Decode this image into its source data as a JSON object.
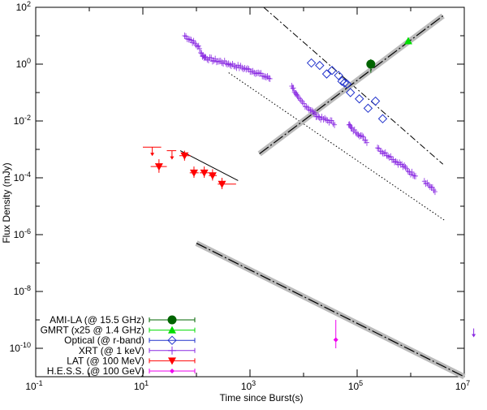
{
  "chart_data": {
    "type": "scatter",
    "xlabel": "Time since Burst(s)",
    "ylabel": "Flux Density (mJy)",
    "x_scale": "log",
    "y_scale": "log",
    "xlim": [
      0.1,
      10000000
    ],
    "ylim": [
      1e-11,
      100
    ],
    "x_ticks": [
      {
        "value": 0.1,
        "base": "10",
        "exp": "-1"
      },
      {
        "value": 10,
        "base": "10",
        "exp": "1"
      },
      {
        "value": 1000,
        "base": "10",
        "exp": "3"
      },
      {
        "value": 100000,
        "base": "10",
        "exp": "5"
      },
      {
        "value": 10000000,
        "base": "10",
        "exp": "7"
      }
    ],
    "y_ticks": [
      {
        "value": 1e-10,
        "base": "10",
        "exp": "-10"
      },
      {
        "value": 1e-08,
        "base": "10",
        "exp": "-8"
      },
      {
        "value": 1e-06,
        "base": "10",
        "exp": "-6"
      },
      {
        "value": 0.0001,
        "base": "10",
        "exp": "-4"
      },
      {
        "value": 0.01,
        "base": "10",
        "exp": "-2"
      },
      {
        "value": 1,
        "base": "10",
        "exp": "0"
      },
      {
        "value": 100,
        "base": "10",
        "exp": "2"
      }
    ],
    "grid": false,
    "legend_position": "bottom-left",
    "series": [
      {
        "name": "AMI-LA (@ 15.5 GHz)",
        "color": "#006400",
        "marker": "circle",
        "points": [
          {
            "x": 180000,
            "y": 1.0,
            "ylo": 0.5,
            "yhi": 1.5
          }
        ]
      },
      {
        "name": "GMRT (x25 @ 1.4 GHz)",
        "color": "#00dd00",
        "marker": "triangle-up",
        "points": [
          {
            "x": 900000,
            "y": 6.5
          }
        ]
      },
      {
        "name": "Optical (@ r-band)",
        "color": "#2233cc",
        "marker": "diamond-open",
        "points": [
          {
            "x": 14000,
            "y": 1.1
          },
          {
            "x": 20000,
            "y": 0.9
          },
          {
            "x": 27000,
            "y": 0.45
          },
          {
            "x": 34000,
            "y": 0.6
          },
          {
            "x": 45000,
            "y": 0.4
          },
          {
            "x": 52000,
            "y": 0.25
          },
          {
            "x": 58000,
            "y": 0.22
          },
          {
            "x": 65000,
            "y": 0.2
          },
          {
            "x": 75000,
            "y": 0.1
          },
          {
            "x": 110000,
            "y": 0.06
          },
          {
            "x": 160000,
            "y": 0.028
          },
          {
            "x": 220000,
            "y": 0.05
          },
          {
            "x": 300000,
            "y": 0.012
          }
        ]
      },
      {
        "name": "XRT (@ 1 keV)",
        "color": "#8a2be2",
        "marker": "cross-errorbar",
        "segments": [
          {
            "x0": 60,
            "x1": 2500,
            "y0": 8,
            "y1": 0.08,
            "bumps": [
              {
                "x": 60,
                "y": 10
              },
              {
                "x": 80,
                "y": 7
              },
              {
                "x": 110,
                "y": 4
              },
              {
                "x": 130,
                "y": 2
              },
              {
                "x": 150,
                "y": 1.7
              },
              {
                "x": 200,
                "y": 1.4
              },
              {
                "x": 300,
                "y": 1.2
              },
              {
                "x": 500,
                "y": 0.9
              },
              {
                "x": 800,
                "y": 0.7
              },
              {
                "x": 1200,
                "y": 0.55
              },
              {
                "x": 1800,
                "y": 0.38
              },
              {
                "x": 2500,
                "y": 0.3
              }
            ]
          },
          {
            "bumps": [
              {
                "x": 6000,
                "y": 0.18
              },
              {
                "x": 7000,
                "y": 0.1
              },
              {
                "x": 8000,
                "y": 0.06
              },
              {
                "x": 12000,
                "y": 0.03
              },
              {
                "x": 15000,
                "y": 0.02
              },
              {
                "x": 18000,
                "y": 0.015
              },
              {
                "x": 22000,
                "y": 0.012
              },
              {
                "x": 30000,
                "y": 0.01
              },
              {
                "x": 40000,
                "y": 0.008
              }
            ]
          },
          {
            "bumps": [
              {
                "x": 70000,
                "y": 0.008
              },
              {
                "x": 80000,
                "y": 0.005
              },
              {
                "x": 100000,
                "y": 0.004
              },
              {
                "x": 130000,
                "y": 0.0025
              },
              {
                "x": 160000,
                "y": 0.0018
              }
            ]
          },
          {
            "bumps": [
              {
                "x": 240000,
                "y": 0.0012
              },
              {
                "x": 300000,
                "y": 0.0008
              },
              {
                "x": 400000,
                "y": 0.0006
              },
              {
                "x": 500000,
                "y": 0.0004
              },
              {
                "x": 650000,
                "y": 0.0003
              },
              {
                "x": 800000,
                "y": 0.00022
              },
              {
                "x": 1000000,
                "y": 0.00015
              },
              {
                "x": 1300000,
                "y": 0.00012
              }
            ]
          },
          {
            "bumps": [
              {
                "x": 1800000,
                "y": 8e-05
              },
              {
                "x": 2300000,
                "y": 5e-05
              },
              {
                "x": 3000000,
                "y": 3e-05
              }
            ]
          }
        ],
        "upper_limits": [
          {
            "x": 15000000,
            "y": 5e-10
          }
        ]
      },
      {
        "name": "LAT (@ 100 MeV)",
        "color": "#ff0000",
        "marker": "triangle-down",
        "points": [
          {
            "x": 20,
            "y": 0.00025,
            "xlo": 14,
            "xhi": 28,
            "ylo": 0.00015,
            "yhi": 0.00045
          },
          {
            "x": 60,
            "y": 0.0006,
            "xlo": 48,
            "xhi": 78,
            "ylo": 0.0004,
            "yhi": 0.0009
          },
          {
            "x": 90,
            "y": 0.00015,
            "xlo": 75,
            "xhi": 110,
            "ylo": 0.0001,
            "yhi": 0.00025
          },
          {
            "x": 140,
            "y": 0.00015,
            "xlo": 115,
            "xhi": 170,
            "ylo": 0.0001,
            "yhi": 0.00025
          },
          {
            "x": 200,
            "y": 0.00012,
            "xlo": 170,
            "xhi": 240,
            "ylo": 8e-05,
            "yhi": 0.0002
          },
          {
            "x": 300,
            "y": 6e-05,
            "xlo": 250,
            "xhi": 550,
            "ylo": 4e-05,
            "yhi": 0.0001
          }
        ],
        "upper_limits": [
          {
            "x": 15,
            "y": 0.0012,
            "xlo": 10,
            "xhi": 22
          },
          {
            "x": 35,
            "y": 0.0009,
            "xlo": 28,
            "xhi": 42
          }
        ]
      },
      {
        "name": "H.E.S.S. (@ 100 GeV)",
        "color": "#ee00ee",
        "marker": "small-diamond",
        "points": [
          {
            "x": 40000,
            "y": 2e-10,
            "ylo": 1e-10,
            "yhi": 1e-09
          }
        ]
      }
    ],
    "model_lines": [
      {
        "style": "dash-dot",
        "color": "#000000",
        "x0": 1800,
        "y0": 100,
        "x1": 4000000,
        "y1": 0.0003
      },
      {
        "style": "dotted",
        "color": "#000000",
        "x0": 400,
        "y0": 0.5,
        "x1": 4500000,
        "y1": 3e-06
      },
      {
        "style": "long-dash-gray-band",
        "color": "#000000",
        "x0": 1500,
        "y0": 0.0007,
        "x1": 4000000,
        "y1": 50
      },
      {
        "style": "solid",
        "color": "#000000",
        "x0": 50,
        "y0": 0.0009,
        "x1": 600,
        "y1": 8e-05
      },
      {
        "style": "long-dash-gray-band",
        "color": "#000000",
        "x0": 100,
        "y0": 5e-07,
        "x1": 10000000,
        "y1": 1e-11
      }
    ]
  }
}
